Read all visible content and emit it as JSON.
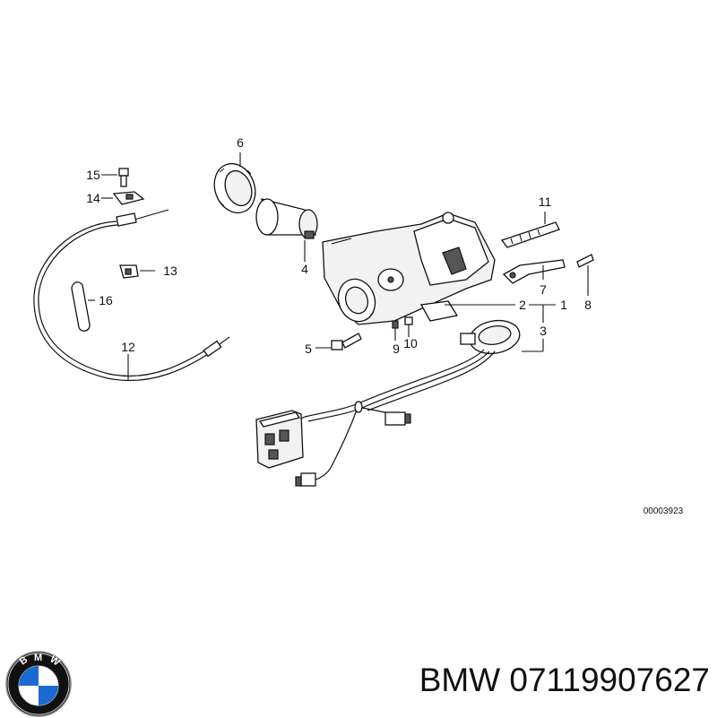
{
  "callouts": {
    "c1": "1",
    "c2": "2",
    "c3": "3",
    "c4": "4",
    "c5": "5",
    "c6": "6",
    "c7": "7",
    "c8": "8",
    "c9": "9",
    "c10": "10",
    "c11": "11",
    "c12": "12",
    "c13": "13",
    "c14": "14",
    "c15": "15",
    "c16": "16"
  },
  "reference_number": "00003923",
  "caption": "BMW 07119907627",
  "logo": {
    "text_b": "B",
    "text_m": "M",
    "text_w": "W",
    "colors": {
      "ring": "#111111",
      "blue": "#1c69d4",
      "white": "#ffffff"
    }
  }
}
